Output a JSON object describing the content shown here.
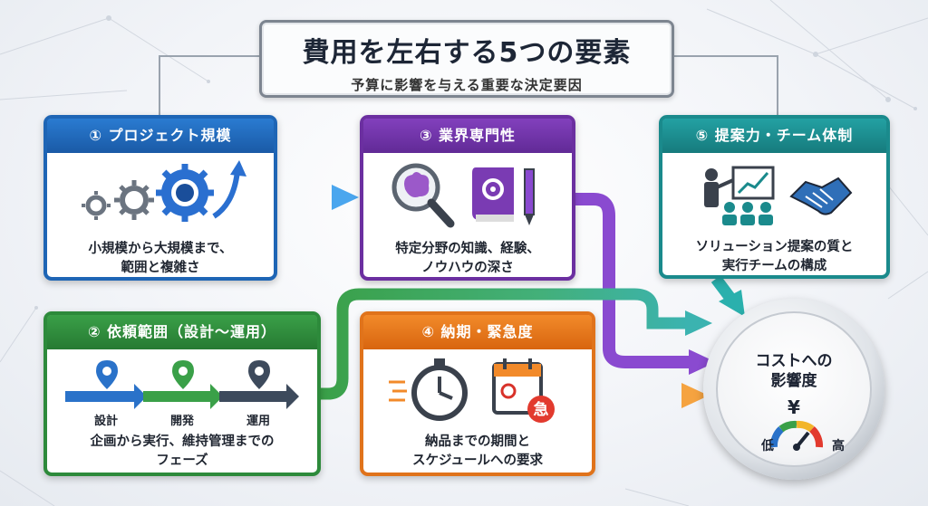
{
  "header": {
    "title": "費用を左右する5つの要素",
    "subtitle": "予算に影響を与える重要な決定要因"
  },
  "cards": {
    "scale": {
      "title": "① プロジェクト規模",
      "desc_line1": "小規模から大規模まで、",
      "desc_line2": "範囲と複雑さ",
      "color": "#1e65b5",
      "icon": "gears-growth-icon"
    },
    "scope": {
      "title": "② 依頼範囲（設計〜運用）",
      "steps": [
        "設計",
        "開発",
        "運用"
      ],
      "desc_line1": "企画から実行、維持管理までの",
      "desc_line2": "フェーズ",
      "color": "#2d8a3b",
      "icon": "roadmap-pins-icon"
    },
    "expertise": {
      "title": "③ 業界専門性",
      "desc_line1": "特定分野の知識、経験、",
      "desc_line2": "ノウハウの深さ",
      "color": "#6b2fa0",
      "icon": "brain-magnifier-book-icon"
    },
    "deadline": {
      "title": "④ 納期・緊急度",
      "desc_line1": "納品までの期間と",
      "desc_line2": "スケジュールへの要求",
      "color": "#e0731b",
      "badge": "急",
      "icon": "stopwatch-calendar-icon"
    },
    "team": {
      "title": "⑤ 提案力・チーム体制",
      "desc_line1": "ソリューション提案の質と",
      "desc_line2": "実行チームの構成",
      "color": "#1a8a8c",
      "icon": "presentation-handshake-icon"
    }
  },
  "gauge": {
    "title_line1": "コストへの",
    "title_line2": "影響度",
    "currency": "¥",
    "low_label": "低",
    "high_label": "高"
  }
}
